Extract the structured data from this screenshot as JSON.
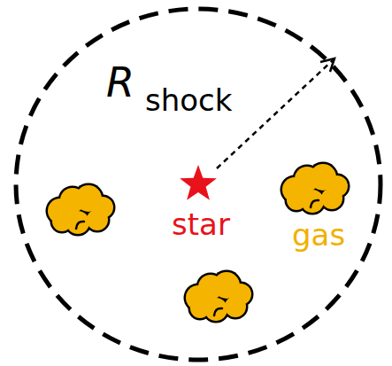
{
  "diagram": {
    "labels": [
      "R",
      "shock",
      "star",
      "gas"
    ]
  }
}
